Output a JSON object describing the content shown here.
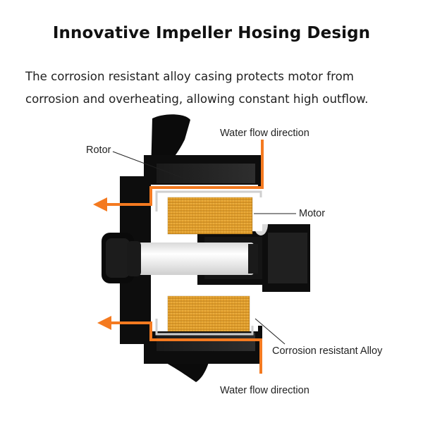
{
  "title": "Innovative Impeller Hosing Design",
  "description": {
    "line1": "The corrosion resistant alloy casing protects motor from",
    "line2": "corrosion and overheating, allowing constant high outflow."
  },
  "labels": {
    "water_flow_top": "Water flow direction",
    "rotor": "Rotor",
    "motor": "Motor",
    "alloy": "Corrosion resistant Alloy",
    "water_flow_bottom": "Water flow direction"
  },
  "colors": {
    "flow_arrow": "#F47A20",
    "housing": "#0d0d0d",
    "coil": "#E8A634",
    "shaft": "#f4f4f4",
    "alloy": "#c8c8c8"
  }
}
